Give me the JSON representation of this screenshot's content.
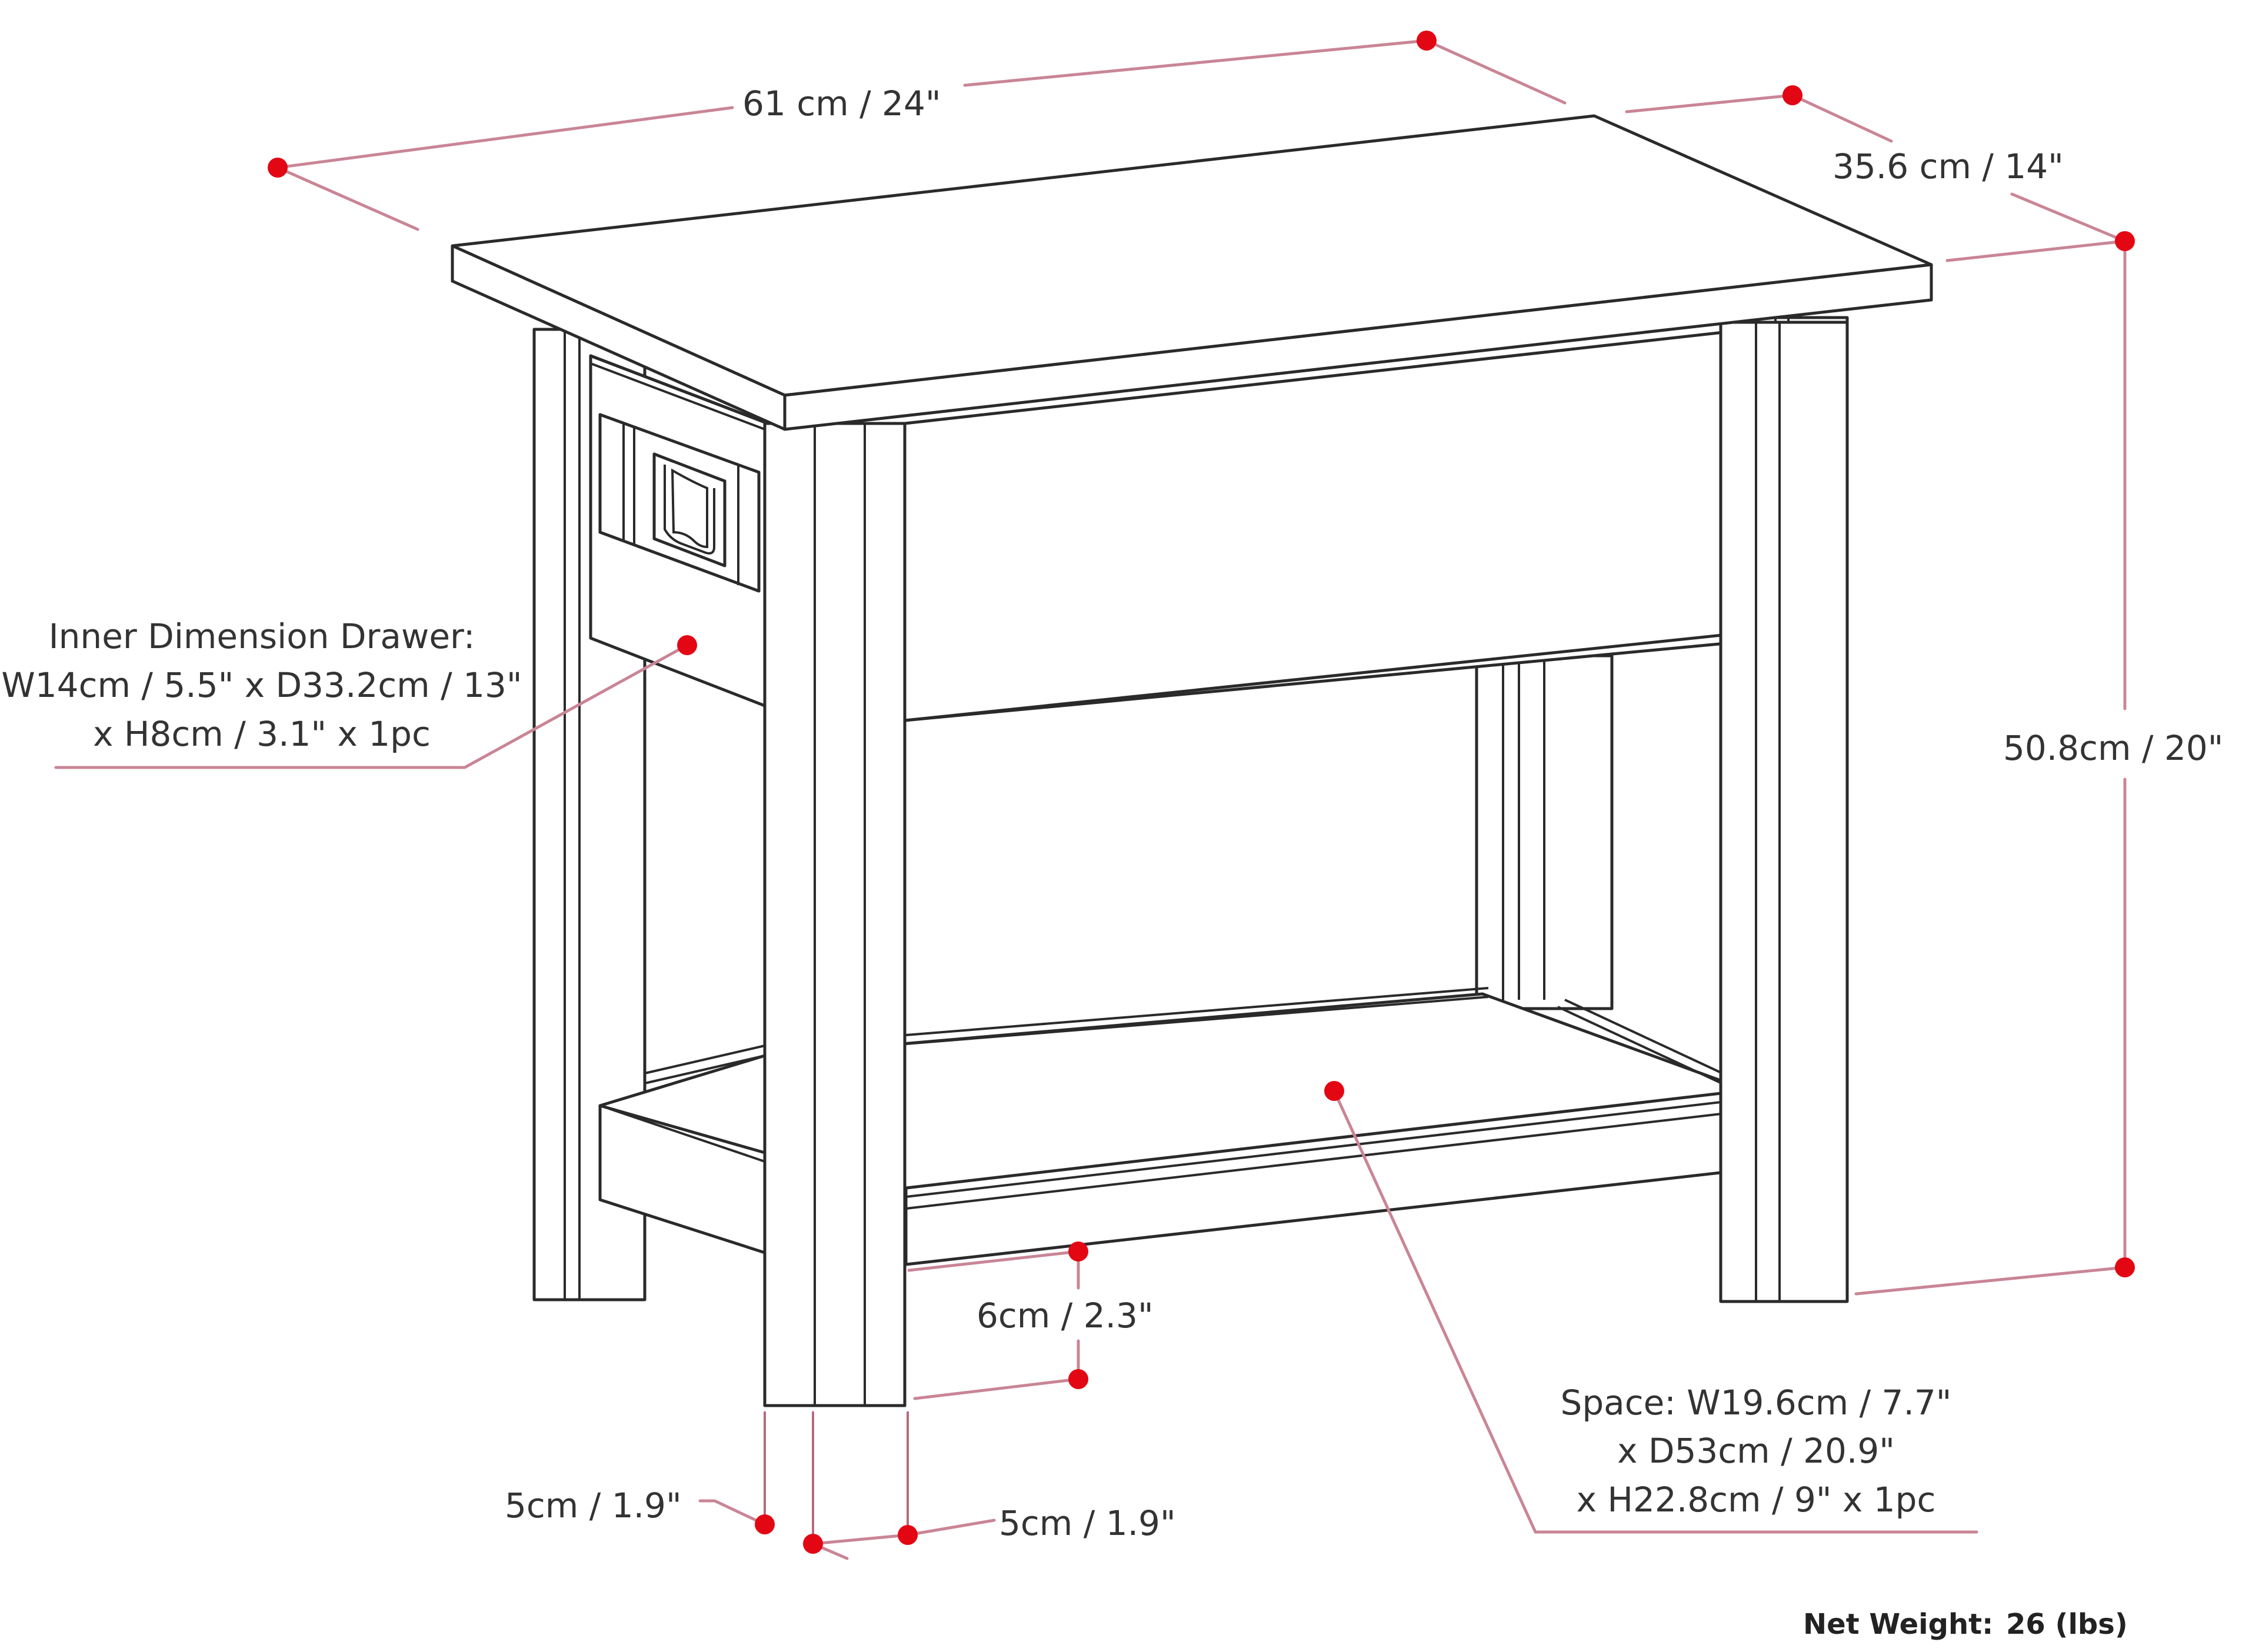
{
  "diagram": {
    "subject": "End table with drawer and lower shelf — dimension drawing",
    "colors": {
      "outline": "#2a2a2a",
      "dimension_line": "#c98595",
      "dimension_dot": "#e30613",
      "label_text": "#333333",
      "background": "#ffffff"
    },
    "dimensions": {
      "width": "61 cm / 24\"",
      "depth": "35.6 cm / 14\"",
      "height": "50.8cm / 20\"",
      "shelf_clearance": "6cm / 2.3\"",
      "leg_depth": "5cm / 1.9\"",
      "leg_width": "5cm / 1.9\""
    },
    "drawer_callout": {
      "line1": "Inner Dimension Drawer:",
      "line2": "W14cm / 5.5\" x D33.2cm / 13\"",
      "line3": "x H8cm / 3.1\" x 1pc"
    },
    "shelf_callout": {
      "line1": "Space: W19.6cm / 7.7\"",
      "line2": "x D53cm / 20.9\"",
      "line3": "x H22.8cm / 9\" x 1pc"
    },
    "footer": {
      "net_weight_label": "Net Weight:",
      "net_weight_value": "26 (lbs)"
    }
  }
}
